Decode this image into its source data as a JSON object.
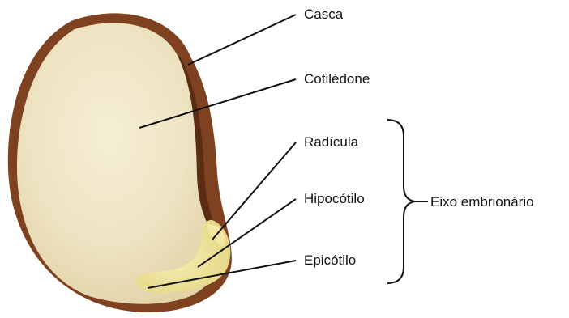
{
  "labels": {
    "casca": "Casca",
    "cotiledone": "Cotilédone",
    "radicula": "Radícula",
    "hipocotilo": "Hipocótilo",
    "epicotilo": "Epicótilo",
    "eixo": "Eixo embrionário"
  },
  "colors": {
    "seed_coat": "#8a4a22",
    "cotyledon": "#efe6c6",
    "embryo": "#efe39a",
    "line": "#111111"
  }
}
